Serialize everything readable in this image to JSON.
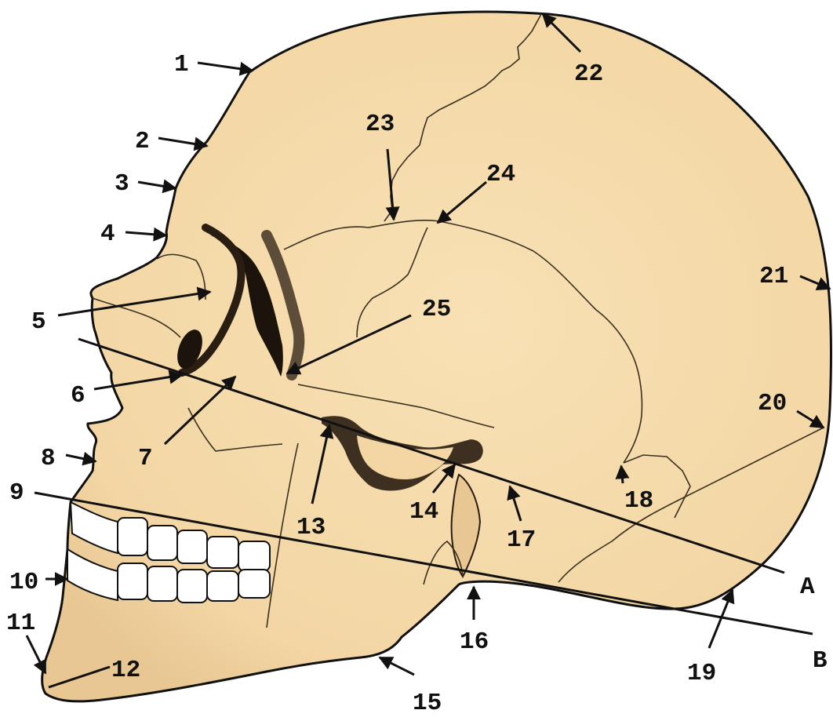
{
  "colors": {
    "bone": "#f6dcae",
    "tooth": "#ffffff",
    "ink": "#111111",
    "shade": "#2a1d12"
  },
  "labels": {
    "n1": "1",
    "n2": "2",
    "n3": "3",
    "n4": "4",
    "n5": "5",
    "n6": "6",
    "n7": "7",
    "n8": "8",
    "n9": "9",
    "n10": "10",
    "n11": "11",
    "n12": "12",
    "n13": "13",
    "n14": "14",
    "n15": "15",
    "n16": "16",
    "n17": "17",
    "n18": "18",
    "n19": "19",
    "n20": "20",
    "n21": "21",
    "n22": "22",
    "n23": "23",
    "n24": "24",
    "n25": "25",
    "lineA": "A",
    "lineB": "B"
  }
}
